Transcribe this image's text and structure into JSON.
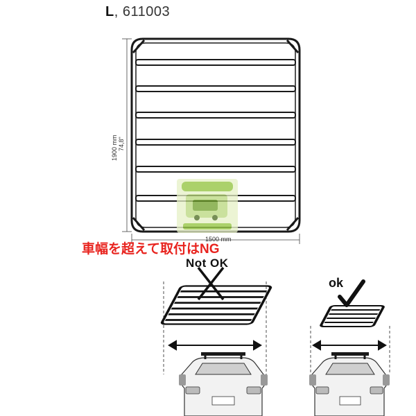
{
  "product": {
    "size_code": "L",
    "separator": ", ",
    "part_number": "611003"
  },
  "dimensions": {
    "height_mm": "1900 mm",
    "height_in": "74,8\"",
    "width_mm": "1500 mm"
  },
  "warning": "車幅を超えて取付はNG",
  "labels": {
    "not_ok": "Not OK",
    "ok": "ok"
  },
  "colors": {
    "warning": "#e8231e",
    "line": "#1a1a1a",
    "car_fill": "#f2f2f2"
  }
}
